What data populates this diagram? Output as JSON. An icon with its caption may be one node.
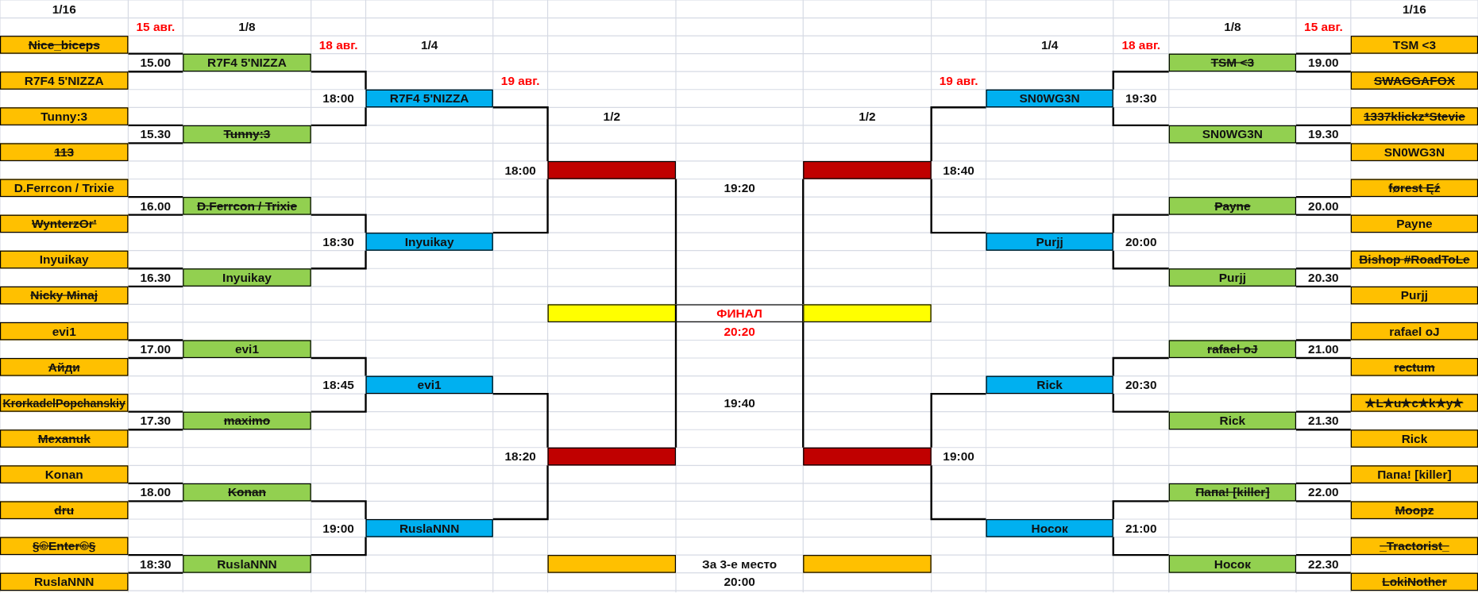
{
  "diagram": {
    "nodes": [
      {
        "text": [
          "Nice_biceps"
        ]
      },
      {
        "text": [
          "R7F4 5'NIZZA"
        ]
      },
      {
        "text": [
          "Tunny:3"
        ]
      },
      {
        "text": [
          "113"
        ]
      },
      {
        "text": [
          "D.Ferrcon / Trixie"
        ]
      },
      {
        "text": [
          "WynterzOr'"
        ]
      },
      {
        "text": [
          "Inyuikay"
        ]
      },
      {
        "text": [
          "Nicky Minaj"
        ]
      },
      {
        "text": [
          "evi1"
        ]
      },
      {
        "text": [
          "Айди"
        ]
      },
      {
        "text": [
          "KrorkadelPopchanskiy"
        ]
      },
      {
        "text": [
          "Mexanuk"
        ]
      },
      {
        "text": [
          "Konan"
        ]
      },
      {
        "text": [
          "dru"
        ]
      },
      {
        "text": [
          "§©Enter©§"
        ]
      },
      {
        "text": [
          "RuslaNNN"
        ]
      },
      {
        "text": [
          "R7F4 5'NIZZA"
        ],
        "beside": [
          "15.00"
        ]
      },
      {
        "text": [
          "Tunny:3"
        ],
        "beside": [
          "15.30"
        ]
      },
      {
        "text": [
          "D.Ferrcon / Trixie"
        ],
        "beside": [
          "16.00"
        ]
      },
      {
        "text": [
          "Inyuikay"
        ],
        "beside": [
          "16.30"
        ]
      },
      {
        "text": [
          "evi1"
        ],
        "beside": [
          "17.00"
        ]
      },
      {
        "text": [
          "maximo"
        ],
        "beside": [
          "17.30"
        ]
      },
      {
        "text": [
          "Konan"
        ],
        "beside": [
          "18.00"
        ]
      },
      {
        "text": [
          "RuslaNNN"
        ],
        "beside": [
          "18:30"
        ]
      },
      {
        "text": [
          "R7F4 5'NIZZA"
        ],
        "beside": [
          "18:00"
        ]
      },
      {
        "text": [
          "Inyuikay"
        ],
        "beside": [
          "18:30"
        ]
      },
      {
        "text": [
          "evi1"
        ],
        "beside": [
          "18:45"
        ]
      },
      {
        "text": [
          "RuslaNNN"
        ],
        "beside": [
          "19:00"
        ]
      },
      {
        "text": [],
        "shape": "bar",
        "beside": [
          "18:00"
        ]
      },
      {
        "text": [],
        "shape": "bar",
        "beside": [
          "18:20"
        ]
      },
      {
        "text": [],
        "shape": "bar"
      },
      {
        "text": [
          "ФИНАЛ"
        ],
        "beside": [
          "20:20"
        ]
      },
      {
        "text": [],
        "shape": "bar"
      },
      {
        "text": [],
        "shape": "bar"
      },
      {
        "text": [],
        "shape": "bar"
      },
      {
        "text": [],
        "shape": "bar",
        "beside": [
          "18:40"
        ]
      },
      {
        "text": [],
        "shape": "bar",
        "beside": [
          "19:00"
        ]
      },
      {
        "text": [
          "SN0WG3N"
        ],
        "beside": [
          "19:30"
        ]
      },
      {
        "text": [
          "Purjj"
        ],
        "beside": [
          "20:00"
        ]
      },
      {
        "text": [
          "Rick"
        ],
        "beside": [
          "20:30"
        ]
      },
      {
        "text": [
          "Носок"
        ],
        "beside": [
          "21:00"
        ]
      },
      {
        "text": [
          "TSM <3"
        ],
        "beside": [
          "19.00"
        ]
      },
      {
        "text": [
          "SN0WG3N"
        ],
        "beside": [
          "19.30"
        ]
      },
      {
        "text": [
          "Payne"
        ],
        "beside": [
          "20.00"
        ]
      },
      {
        "text": [
          "Purjj"
        ],
        "beside": [
          "20.30"
        ]
      },
      {
        "text": [
          "rafael oJ"
        ],
        "beside": [
          "21.00"
        ]
      },
      {
        "text": [
          "Rick"
        ],
        "beside": [
          "21.30"
        ]
      },
      {
        "text": [
          "Папа! [killer]"
        ],
        "beside": [
          "22.00"
        ]
      },
      {
        "text": [
          "Носок"
        ],
        "beside": [
          "22.30"
        ]
      },
      {
        "text": [
          "TSM <3"
        ]
      },
      {
        "text": [
          "SWAGGAFOX"
        ]
      },
      {
        "text": [
          "1337klickz*Stevie"
        ]
      },
      {
        "text": [
          "SN0WG3N"
        ]
      },
      {
        "text": [
          "førest Ęź"
        ]
      },
      {
        "text": [
          "Payne"
        ]
      },
      {
        "text": [
          "Bishop #RoadToLe"
        ]
      },
      {
        "text": [
          "Purjj"
        ]
      },
      {
        "text": [
          "rafael oJ"
        ]
      },
      {
        "text": [
          "rectum"
        ]
      },
      {
        "text": [
          "✯L✯u✯c✯k✯y✯"
        ]
      },
      {
        "text": [
          "Rick"
        ]
      },
      {
        "text": [
          "Папа! [killer]"
        ]
      },
      {
        "text": [
          "Moopz"
        ]
      },
      {
        "text": [
          "_Tractorist_"
        ]
      },
      {
        "text": [
          "LokiNother"
        ]
      }
    ],
    "edges": [
      {
        "from": 0,
        "to": 16,
        "arrow": "none"
      },
      {
        "from": 1,
        "to": 16,
        "arrow": "none"
      },
      {
        "from": 2,
        "to": 17,
        "arrow": "none"
      },
      {
        "from": 3,
        "to": 17,
        "arrow": "none"
      },
      {
        "from": 4,
        "to": 18,
        "arrow": "none"
      },
      {
        "from": 5,
        "to": 18,
        "arrow": "none"
      },
      {
        "from": 6,
        "to": 19,
        "arrow": "none"
      },
      {
        "from": 7,
        "to": 19,
        "arrow": "none"
      },
      {
        "from": 8,
        "to": 20,
        "arrow": "none"
      },
      {
        "from": 9,
        "to": 20,
        "arrow": "none"
      },
      {
        "from": 10,
        "to": 21,
        "arrow": "none"
      },
      {
        "from": 11,
        "to": 21,
        "arrow": "none"
      },
      {
        "from": 12,
        "to": 22,
        "arrow": "none"
      },
      {
        "from": 13,
        "to": 22,
        "arrow": "none"
      },
      {
        "from": 14,
        "to": 23,
        "arrow": "none"
      },
      {
        "from": 15,
        "to": 23,
        "arrow": "none"
      },
      {
        "from": 16,
        "to": 24,
        "arrow": "none"
      },
      {
        "from": 17,
        "to": 24,
        "arrow": "none"
      },
      {
        "from": 18,
        "to": 25,
        "arrow": "none"
      },
      {
        "from": 19,
        "to": 25,
        "arrow": "none"
      },
      {
        "from": 20,
        "to": 26,
        "arrow": "none"
      },
      {
        "from": 21,
        "to": 26,
        "arrow": "none"
      },
      {
        "from": 22,
        "to": 27,
        "arrow": "none"
      },
      {
        "from": 23,
        "to": 27,
        "arrow": "none"
      },
      {
        "from": 24,
        "to": 28,
        "arrow": "none"
      },
      {
        "from": 25,
        "to": 28,
        "arrow": "none"
      },
      {
        "from": 26,
        "to": 29,
        "arrow": "none"
      },
      {
        "from": 27,
        "to": 29,
        "arrow": "none"
      },
      {
        "from": 28,
        "to": 31,
        "arrow": "none"
      },
      {
        "from": 29,
        "to": 31,
        "arrow": "none"
      },
      {
        "from": 35,
        "to": 31,
        "arrow": "none"
      },
      {
        "from": 36,
        "to": 31,
        "arrow": "none"
      },
      {
        "from": 37,
        "to": 35,
        "arrow": "none"
      },
      {
        "from": 38,
        "to": 35,
        "arrow": "none"
      },
      {
        "from": 39,
        "to": 36,
        "arrow": "none"
      },
      {
        "from": 40,
        "to": 36,
        "arrow": "none"
      },
      {
        "from": 41,
        "to": 37,
        "arrow": "none"
      },
      {
        "from": 42,
        "to": 37,
        "arrow": "none"
      },
      {
        "from": 43,
        "to": 38,
        "arrow": "none"
      },
      {
        "from": 44,
        "to": 38,
        "arrow": "none"
      },
      {
        "from": 45,
        "to": 39,
        "arrow": "none"
      },
      {
        "from": 46,
        "to": 39,
        "arrow": "none"
      },
      {
        "from": 47,
        "to": 40,
        "arrow": "none"
      },
      {
        "from": 48,
        "to": 40,
        "arrow": "none"
      },
      {
        "from": 49,
        "to": 41,
        "arrow": "none"
      },
      {
        "from": 50,
        "to": 41,
        "arrow": "none"
      },
      {
        "from": 51,
        "to": 42,
        "arrow": "none"
      },
      {
        "from": 52,
        "to": 42,
        "arrow": "none"
      },
      {
        "from": 53,
        "to": 43,
        "arrow": "none"
      },
      {
        "from": 54,
        "to": 43,
        "arrow": "none"
      },
      {
        "from": 55,
        "to": 44,
        "arrow": "none"
      },
      {
        "from": 56,
        "to": 44,
        "arrow": "none"
      },
      {
        "from": 57,
        "to": 45,
        "arrow": "none"
      },
      {
        "from": 58,
        "to": 45,
        "arrow": "none"
      },
      {
        "from": 59,
        "to": 46,
        "arrow": "none"
      },
      {
        "from": 60,
        "to": 46,
        "arrow": "none"
      },
      {
        "from": 61,
        "to": 47,
        "arrow": "none"
      },
      {
        "from": 62,
        "to": 47,
        "arrow": "none"
      },
      {
        "from": 63,
        "to": 48,
        "arrow": "none"
      },
      {
        "from": 64,
        "to": 48,
        "arrow": "none"
      }
    ],
    "labels": [
      "1/16",
      "1/16",
      "15 авг.",
      "1/8",
      "1/8",
      "15 авг.",
      "18 авг.",
      "1/4",
      "1/4",
      "18 авг.",
      "19 авг.",
      "19 авг.",
      "1/2",
      "1/2",
      "19:20",
      "19:40",
      "За 3-е место",
      "20:00"
    ]
  }
}
